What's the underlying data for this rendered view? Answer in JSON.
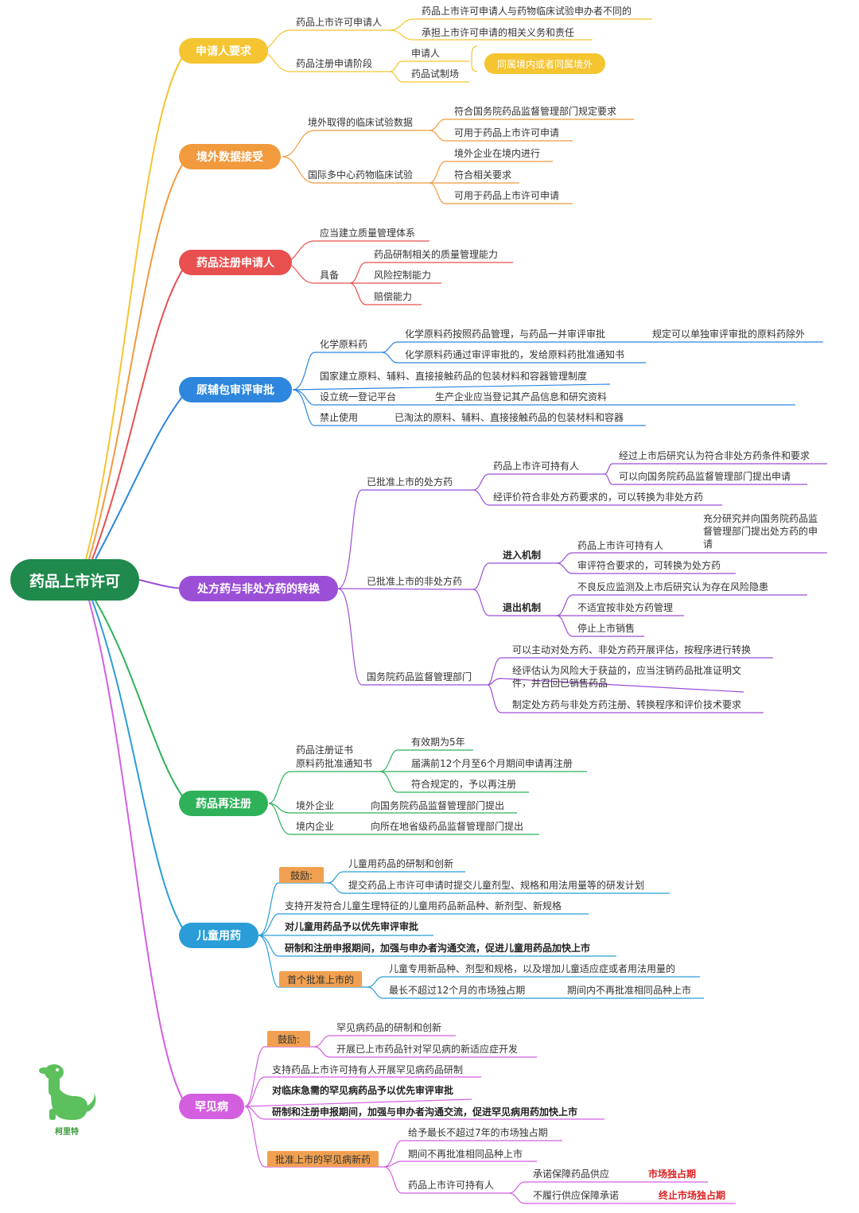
{
  "root": "药品上市许可",
  "colors": {
    "root": "#1f8a4c",
    "yellow": "#f5c431",
    "orange": "#f19a3e",
    "red": "#e8504f",
    "blue": "#2e86de",
    "purple": "#9b4fd6",
    "green": "#2fb15a",
    "teal": "#2a9dd8",
    "magenta": "#d35fe0",
    "tag_orange": "#f0a050",
    "highlight_red": "#e02020"
  },
  "branches": {
    "applicant": {
      "label": "申请人要求",
      "listing_applicant": "药品上市许可申请人",
      "listing_items": [
        "药品上市许可申请人与药物临床试验申办者不同的",
        "承担上市许可申请的相关义务和责任"
      ],
      "phase": "药品注册申请阶段",
      "phase_items": [
        "申请人",
        "药品试制场"
      ],
      "phase_note": "同属境内或者同属境外"
    },
    "foreign_data": {
      "label": "境外数据接受",
      "g1": "境外取得的临床试验数据",
      "g1_items": [
        "符合国务院药品监督管理部门规定要求",
        "可用于药品上市许可申请"
      ],
      "g2": "国际多中心药物临床试验",
      "g2_items": [
        "境外企业在境内进行",
        "符合相关要求",
        "可用于药品上市许可申请"
      ]
    },
    "reg_applicant": {
      "label": "药品注册申请人",
      "qms": "应当建立质量管理体系",
      "have": "具备",
      "have_items": [
        "药品研制相关的质量管理能力",
        "风险控制能力",
        "赔偿能力"
      ]
    },
    "api": {
      "label": "原辅包审评审批",
      "chem": "化学原料药",
      "chem_1": "化学原料药按照药品管理，与药品一并审评审批",
      "chem_1_note": "规定可以单独审评审批的原料药除外",
      "chem_2": "化学原料药通过审评审批的，发给原料药批准通知书",
      "system": "国家建立原料、辅料、直接接触药品的包装材料和容器管理制度",
      "platform": "设立统一登记平台",
      "platform_item": "生产企业应当登记其产品信息和研究资料",
      "ban": "禁止使用",
      "ban_item": "已淘汰的原料、辅料、直接接触药品的包装材料和容器"
    },
    "otc": {
      "label": "处方药与非处方药的转换",
      "rx": "已批准上市的处方药",
      "rx_holder": "药品上市许可持有人",
      "rx_holder_items": [
        "经过上市后研究认为符合非处方药条件和要求",
        "可以向国务院药品监督管理部门提出申请"
      ],
      "rx_eval": "经评价符合非处方药要求的，可以转换为非处方药",
      "nonrx": "已批准上市的非处方药",
      "entry": "进入机制",
      "entry_holder": "药品上市许可持有人",
      "entry_holder_item": "充分研究并向国务院药品监督管理部门提出处方药的申请",
      "entry_eval": "审评符合要求的，可转换为处方药",
      "exit": "退出机制",
      "exit_items": [
        "不良反应监测及上市后研究认为存在风险隐患",
        "不适宜按非处方药管理",
        "停止上市销售"
      ],
      "dept": "国务院药品监督管理部门",
      "dept_items": [
        "可以主动对处方药、非处方药开展评估，按程序进行转换",
        "经评估认为风险大于获益的，应当注销药品批准证明文件，并召回已销售药品",
        "制定处方药与非处方药注册、转换程序和评价技术要求"
      ]
    },
    "rereg": {
      "label": "药品再注册",
      "cert1": "药品注册证书",
      "cert2": "原料药批准通知书",
      "cert_items": [
        "有效期为5年",
        "届满前12个月至6个月期间申请再注册",
        "符合规定的，予以再注册"
      ],
      "foreign": "境外企业",
      "foreign_item": "向国务院药品监督管理部门提出",
      "domestic": "境内企业",
      "domestic_item": "向所在地省级药品监督管理部门提出"
    },
    "pediatric": {
      "label": "儿童用药",
      "encourage": "鼓励:",
      "encourage_items": [
        "儿童用药品的研制和创新",
        "提交药品上市许可申请时提交儿童剂型、规格和用法用量等的研发计划"
      ],
      "support": "支持开发符合儿童生理特征的儿童用药品新品种、新剂型、新规格",
      "priority": "对儿童用药品予以优先审评审批",
      "comm": "研制和注册申报期间，加强与申办者沟通交流，促进儿童用药品加快上市",
      "first": "首个批准上市的",
      "first_item": "儿童专用新品种、剂型和规格，以及增加儿童适应症或者用法用量的",
      "exclusive": "最长不超过12个月的市场独占期",
      "exclusive_note": "期间内不再批准相同品种上市"
    },
    "rare": {
      "label": "罕见病",
      "encourage": "鼓励:",
      "encourage_items": [
        "罕见病药品的研制和创新",
        "开展已上市药品针对罕见病的新适应症开发"
      ],
      "support": "支持药品上市许可持有人开展罕见病药品研制",
      "priority": "对临床急需的罕见病药品予以优先审评审批",
      "comm": "研制和注册申报期间，加强与申办者沟通交流，促进罕见病用药加快上市",
      "approved": "批准上市的罕见病新药",
      "approved_items": [
        "给予最长不超过7年的市场独占期",
        "期间不再批准相同品种上市"
      ],
      "holder": "药品上市许可持有人",
      "holder_1": "承诺保障药品供应",
      "holder_1_note": "市场独占期",
      "holder_2": "不履行供应保障承诺",
      "holder_2_note": "终止市场独占期"
    }
  },
  "logo_text": "柯里特"
}
